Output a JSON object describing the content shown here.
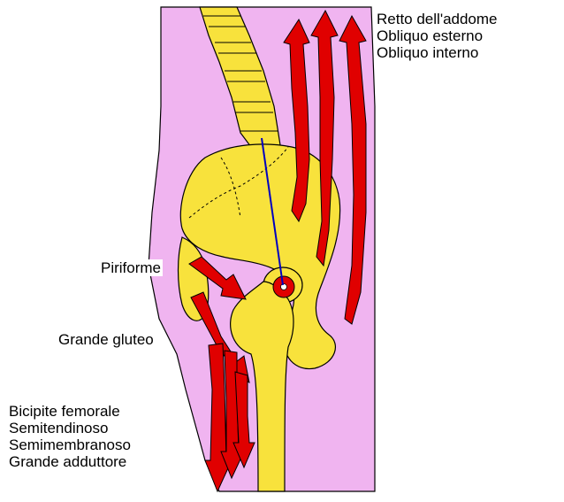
{
  "labels": {
    "abdominal": [
      "Retto dell'addome",
      "Obliquo esterno",
      "Obliquo interno"
    ],
    "piriforme": "Piriforme",
    "grande_gluteo": "Grande gluteo",
    "posterior": [
      "Bicipite femorale",
      "Semitendinoso",
      "Semimembranoso",
      "Grande adduttore"
    ]
  },
  "colors": {
    "skin": "#f0b4f0",
    "bone": "#f8e23c",
    "muscle": "#e00000",
    "outline": "#000000",
    "line_of_gravity": "#0000c0"
  }
}
